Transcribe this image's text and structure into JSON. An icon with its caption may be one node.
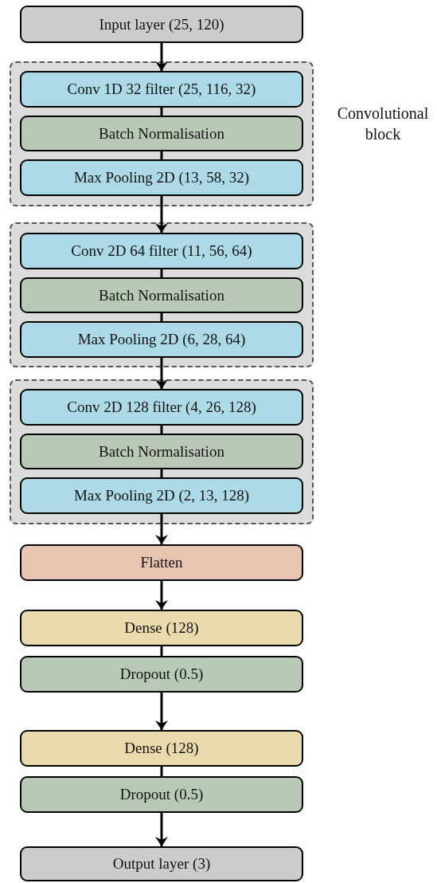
{
  "diagram": {
    "nodes": [
      {
        "text": [
          "Input layer (25, 120)"
        ]
      },
      {
        "text": [
          "Convolutional block"
        ]
      },
      {
        "text": [
          "Conv 1D 32 filter (25, 116, 32)"
        ],
        "in": 1
      },
      {
        "text": [
          "Batch Normalisation"
        ],
        "in": 1
      },
      {
        "text": [
          "Max Pooling 2D (13, 58, 32)"
        ],
        "in": 1
      },
      {
        "text": [],
        "shape": "box"
      },
      {
        "text": [
          "Conv 2D 64 filter (11, 56, 64)"
        ],
        "in": 5
      },
      {
        "text": [
          "Batch Normalisation"
        ],
        "in": 5
      },
      {
        "text": [
          "Max Pooling 2D (6, 28, 64)"
        ],
        "in": 5
      },
      {
        "text": [],
        "shape": "box"
      },
      {
        "text": [
          "Conv 2D 128 filter (4, 26, 128)"
        ],
        "in": 9
      },
      {
        "text": [
          "Batch Normalisation"
        ],
        "in": 9
      },
      {
        "text": [
          "Max Pooling 2D (2, 13, 128)"
        ],
        "in": 9
      },
      {
        "text": [
          "Flatten"
        ]
      },
      {
        "text": [
          "Dense (128)"
        ]
      },
      {
        "text": [
          "Dropout (0.5)"
        ]
      },
      {
        "text": [
          "Dense (128)"
        ]
      },
      {
        "text": [
          "Dropout (0.5)"
        ]
      },
      {
        "text": [
          "Output layer (3)"
        ]
      }
    ],
    "edges": [
      {
        "from": 0,
        "to": 2,
        "arrow": "to"
      },
      {
        "from": 2,
        "to": 3,
        "arrow": "none"
      },
      {
        "from": 3,
        "to": 4,
        "arrow": "none"
      },
      {
        "from": 4,
        "to": 6,
        "arrow": "to"
      },
      {
        "from": 6,
        "to": 7,
        "arrow": "none"
      },
      {
        "from": 7,
        "to": 8,
        "arrow": "none"
      },
      {
        "from": 8,
        "to": 10,
        "arrow": "to"
      },
      {
        "from": 10,
        "to": 11,
        "arrow": "none"
      },
      {
        "from": 11,
        "to": 12,
        "arrow": "none"
      },
      {
        "from": 12,
        "to": 13,
        "arrow": "to"
      },
      {
        "from": 13,
        "to": 14,
        "arrow": "to"
      },
      {
        "from": 14,
        "to": 15,
        "arrow": "none"
      },
      {
        "from": 15,
        "to": 16,
        "arrow": "to"
      },
      {
        "from": 16,
        "to": 17,
        "arrow": "none"
      },
      {
        "from": 17,
        "to": 18,
        "arrow": "to"
      }
    ]
  }
}
